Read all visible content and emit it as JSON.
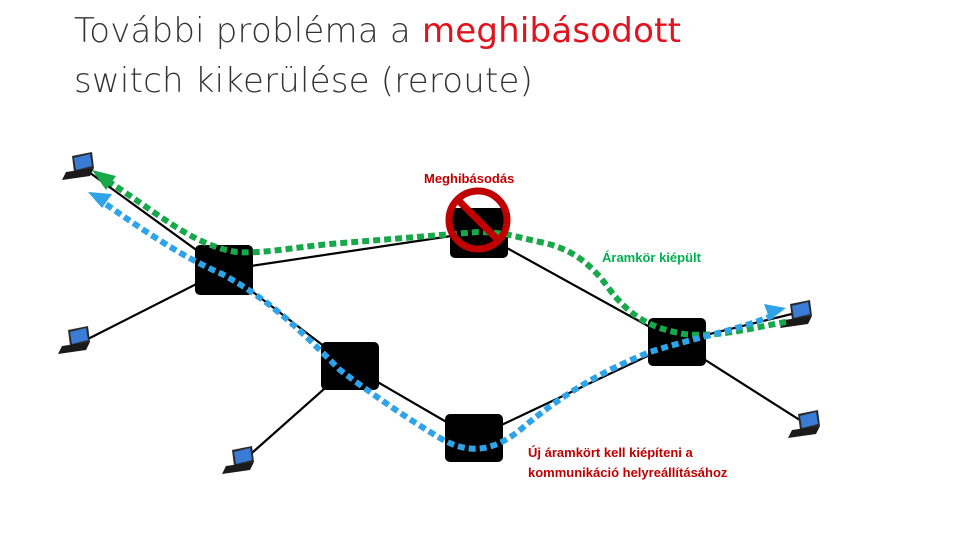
{
  "title": {
    "prefix": "További probléma a ",
    "highlight": "meghibásodott",
    "line2": "switch kikerülése (reroute)"
  },
  "labels": {
    "failure": "Meghibásodás",
    "circuit_built": "Áramkör kiépült",
    "new_circuit_line1": "Új áramkört kell kiépíteni a",
    "new_circuit_line2": "kommunikáció helyreállításához"
  },
  "colors": {
    "title_highlight": "#e0141e",
    "label_red": "#c00000",
    "label_green": "#00b050",
    "path_green": "#17a84a",
    "path_blue": "#2ea3e8",
    "switch": "#000000",
    "failure_sign": "#c00000"
  },
  "icons": [
    "laptop-icon",
    "switch-icon",
    "prohibited-icon"
  ]
}
